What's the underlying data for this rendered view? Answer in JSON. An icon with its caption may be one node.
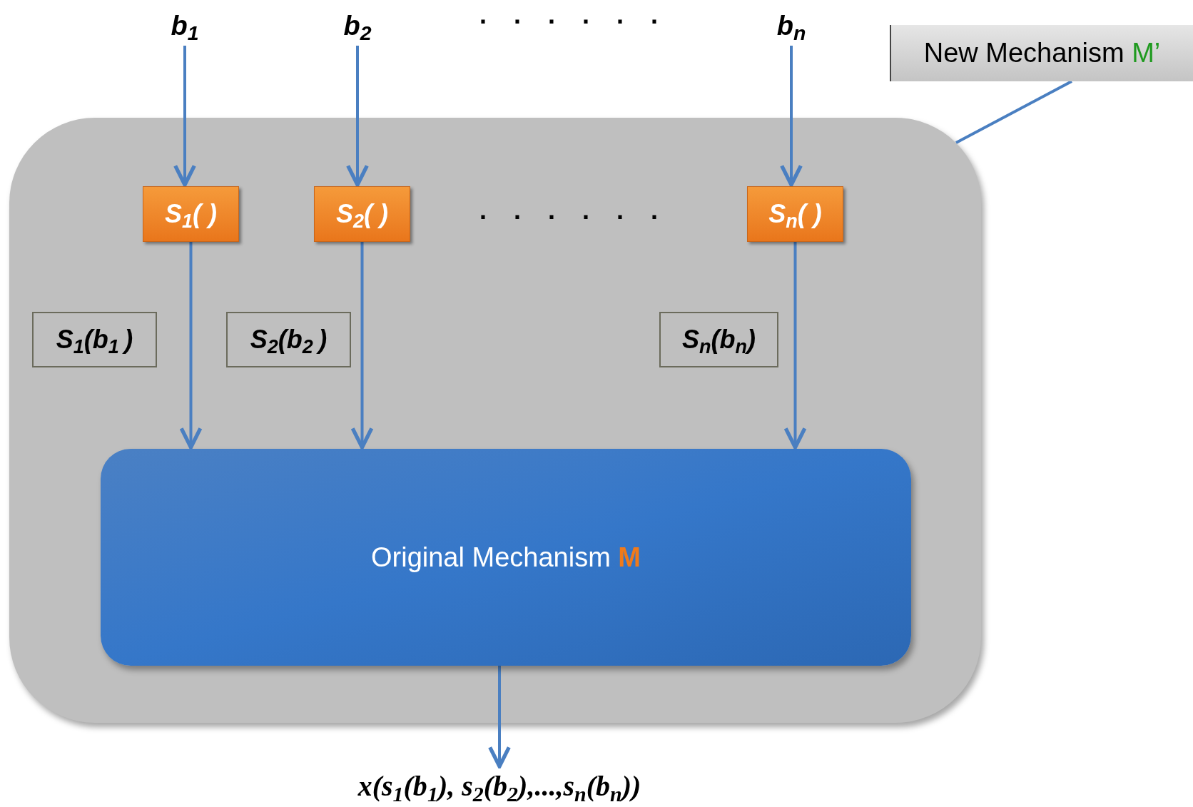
{
  "diagram": {
    "nodes": [
      {
        "text": [],
        "shape": "box"
      },
      {
        "text": [
          "b$_{1}$"
        ]
      },
      {
        "text": [
          "b$_{2}$"
        ]
      },
      {
        "text": [
          "b$_{n}$"
        ]
      },
      {
        "text": [
          "S$_{1}$( )"
        ],
        "in": 0
      },
      {
        "text": [
          "S$_{2}$( )"
        ],
        "in": 0
      },
      {
        "text": [
          "S$_{n}$( )"
        ],
        "in": 0
      },
      {
        "text": [
          "S$_{1}$(b$_{1 }$)"
        ],
        "in": 0
      },
      {
        "text": [
          "S$_{2}$(b$_{2 }$)"
        ],
        "in": 0
      },
      {
        "text": [
          "S$_{n}$(b$_{n}$)"
        ],
        "in": 0
      },
      {
        "text": [
          "Original Mechanism **M**"
        ],
        "in": 0
      },
      {
        "text": [
          "x(s$_{1}$(b$_{1}$), s$_{2}$(b$_{2}$),...,s$_{n}$(b$_{n}$))"
        ]
      },
      {
        "text": [
          "New Mechanism **M’**"
        ]
      }
    ],
    "edges": [
      {
        "from": 1,
        "to": 4,
        "arrow": "to"
      },
      {
        "from": 2,
        "to": 5,
        "arrow": "to"
      },
      {
        "from": 3,
        "to": 6,
        "arrow": "to"
      },
      {
        "from": 4,
        "to": 10,
        "arrow": "to"
      },
      {
        "from": 5,
        "to": 10,
        "arrow": "to"
      },
      {
        "from": 6,
        "to": 10,
        "arrow": "to"
      },
      {
        "from": 10,
        "to": 11,
        "arrow": "to"
      },
      {
        "from": 12,
        "to": 0,
        "arrow": "none"
      }
    ],
    "labels": [
      ". . . . . .",
      ". . . . . ."
    ]
  }
}
